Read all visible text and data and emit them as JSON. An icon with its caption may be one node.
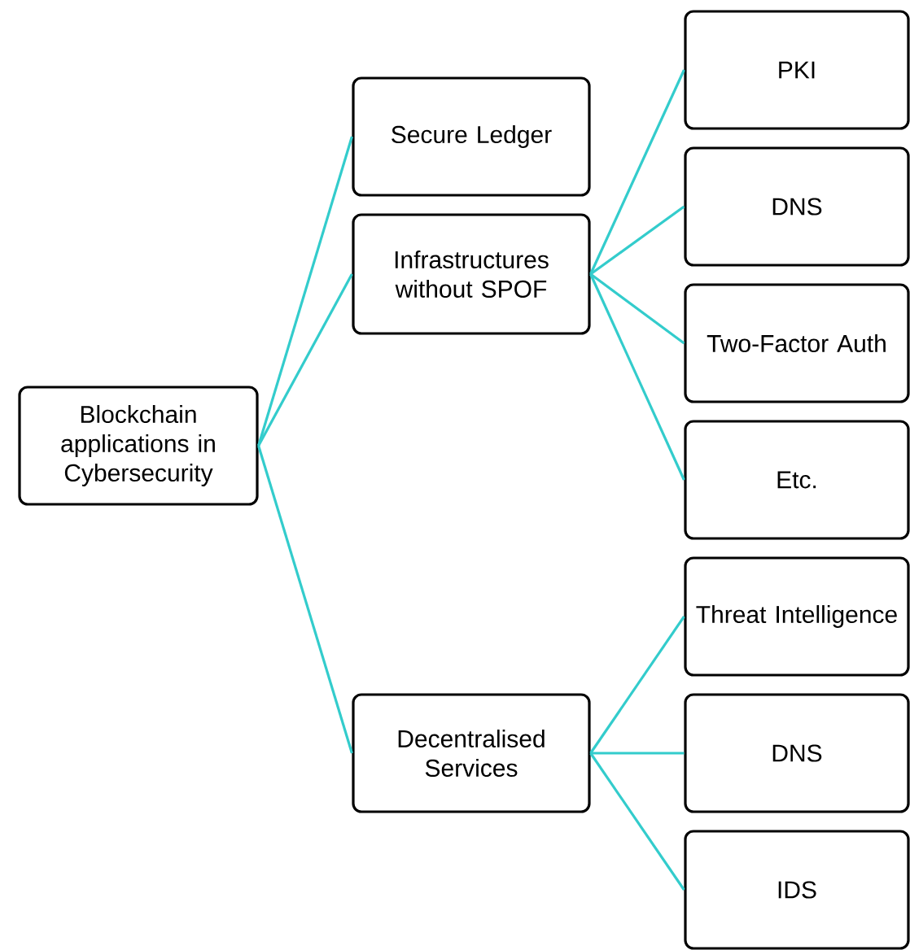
{
  "diagram": {
    "nodes": [
      {
        "text": [
          "Blockchain applications in Cybersecurity"
        ]
      },
      {
        "text": [
          "Secure Ledger"
        ]
      },
      {
        "text": [
          "Infrastructures without SPOF"
        ]
      },
      {
        "text": [
          "Decentralised Services"
        ]
      },
      {
        "text": [
          "PKI"
        ]
      },
      {
        "text": [
          "DNS"
        ]
      },
      {
        "text": [
          "Two-Factor Auth"
        ]
      },
      {
        "text": [
          "Etc."
        ]
      },
      {
        "text": [
          "Threat Intelligence"
        ]
      },
      {
        "text": [
          "DNS"
        ]
      },
      {
        "text": [
          "IDS"
        ]
      }
    ],
    "edges": [
      {
        "from": 0,
        "to": 1,
        "arrow": "none"
      },
      {
        "from": 0,
        "to": 2,
        "arrow": "none"
      },
      {
        "from": 0,
        "to": 3,
        "arrow": "none"
      },
      {
        "from": 2,
        "to": 4,
        "arrow": "none"
      },
      {
        "from": 2,
        "to": 5,
        "arrow": "none"
      },
      {
        "from": 2,
        "to": 6,
        "arrow": "none"
      },
      {
        "from": 2,
        "to": 7,
        "arrow": "none"
      },
      {
        "from": 3,
        "to": 8,
        "arrow": "none"
      },
      {
        "from": 3,
        "to": 9,
        "arrow": "none"
      },
      {
        "from": 3,
        "to": 10,
        "arrow": "none"
      }
    ]
  }
}
